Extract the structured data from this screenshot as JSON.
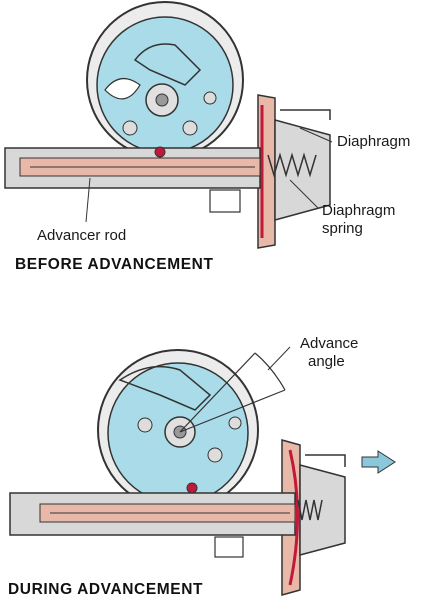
{
  "before": {
    "caption": "BEFORE ADVANCEMENT",
    "labels": {
      "diaphragm": "Diaphragm",
      "diaphragm_spring_line1": "Diaphragm",
      "diaphragm_spring_line2": "spring",
      "advancer_rod": "Advancer rod"
    }
  },
  "during": {
    "caption": "DURING ADVANCEMENT",
    "labels": {
      "advance_angle_line1": "Advance",
      "advance_angle_line2": "angle"
    }
  },
  "colors": {
    "housing": "#a9dbe8",
    "rod_pink": "#e8b8a8",
    "diaphragm_red": "#c01a3a",
    "metal_grey": "#d8d8d8",
    "arrow_blue": "#8cc8dc"
  }
}
